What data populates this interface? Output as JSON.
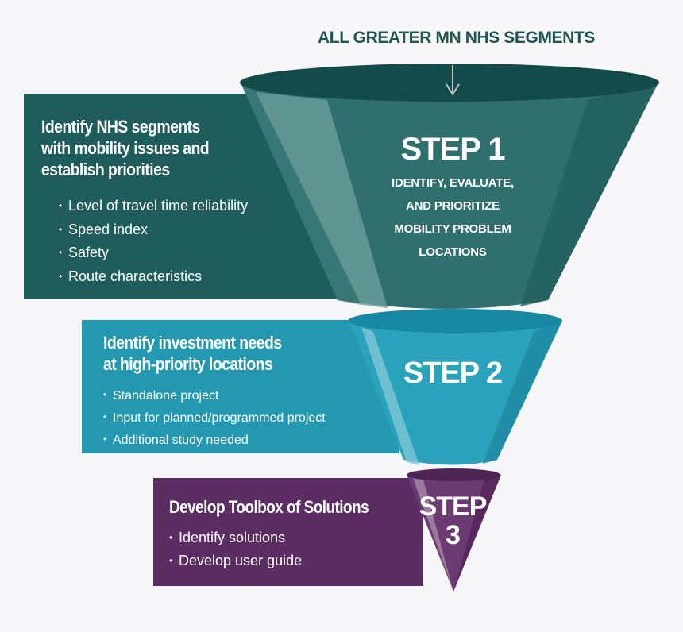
{
  "top_label": "ALL GREATER MN NHS SEGMENTS",
  "step1": {
    "title": "STEP 1",
    "subtitle_lines": [
      "IDENTIFY, EVALUATE,",
      "AND PRIORITIZE",
      "MOBILITY PROBLEM",
      "LOCATIONS"
    ],
    "heading_lines": [
      "Identify NHS segments",
      "with mobility issues and",
      "establish priorities"
    ],
    "bullets": [
      "Level of travel time reliability",
      "Speed index",
      "Safety",
      "Route characteristics"
    ]
  },
  "step2": {
    "title": "STEP 2",
    "heading_lines": [
      "Identify investment needs",
      "at high-priority locations"
    ],
    "bullets": [
      "Standalone project",
      "Input for planned/programmed project",
      "Additional study needed"
    ]
  },
  "step3": {
    "title_lines": [
      "STEP",
      "3"
    ],
    "heading": "Develop Toolbox of Solutions",
    "bullets": [
      "Identify solutions",
      "Develop user guide"
    ]
  },
  "colors": {
    "step1_box": "#1e5d5c",
    "step2_box": "#2498b1",
    "step3_box": "#5b2d62",
    "funnel1": "#2f6f6e",
    "funnel2": "#2aa2bb",
    "funnel3": "#6b3a72"
  }
}
